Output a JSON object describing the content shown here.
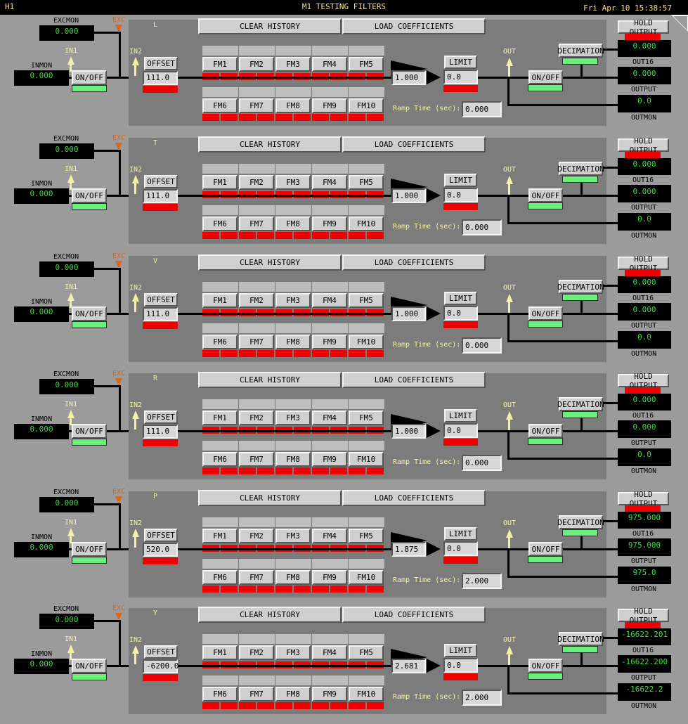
{
  "window": {
    "left_label": "H1",
    "title": "M1 TESTING FILTERS",
    "datetime": "Fri Apr 10 15:38:57"
  },
  "labels": {
    "excmon": "EXCMON",
    "exc": "EXC",
    "inmon": "INMON",
    "in1": "IN1",
    "in2": "IN2",
    "out": "OUT",
    "onoff": "ON/OFF",
    "offset": "OFFSET",
    "limit": "LIMIT",
    "clear_history": "CLEAR HISTORY",
    "load_coefficients": "LOAD COEFFICIENTS",
    "ramp_time": "Ramp Time (sec):",
    "decimation": "DECIMATION",
    "hold_output": "HOLD OUTPUT",
    "out16": "OUT16",
    "output": "OUTPUT",
    "outmon": "OUTMON"
  },
  "fm_top": [
    "FM1",
    "FM2",
    "FM3",
    "FM4",
    "FM5"
  ],
  "fm_bottom": [
    "FM6",
    "FM7",
    "FM8",
    "FM9",
    "FM10"
  ],
  "filters": [
    {
      "name": "L",
      "excmon": "0.000",
      "inmon": "0.000",
      "offset": "111.0",
      "gain": "1.000",
      "limit": "0.0",
      "ramp": "0.000",
      "out16": "0.000",
      "output": "0.000",
      "outmon": "0.0"
    },
    {
      "name": "T",
      "excmon": "0.000",
      "inmon": "0.000",
      "offset": "111.0",
      "gain": "1.000",
      "limit": "0.0",
      "ramp": "0.000",
      "out16": "0.000",
      "output": "0.000",
      "outmon": "0.0"
    },
    {
      "name": "V",
      "excmon": "0.000",
      "inmon": "0.000",
      "offset": "111.0",
      "gain": "1.000",
      "limit": "0.0",
      "ramp": "0.000",
      "out16": "0.000",
      "output": "0.000",
      "outmon": "0.0"
    },
    {
      "name": "R",
      "excmon": "0.000",
      "inmon": "0.000",
      "offset": "111.0",
      "gain": "1.000",
      "limit": "0.0",
      "ramp": "0.000",
      "out16": "0.000",
      "output": "0.000",
      "outmon": "0.0"
    },
    {
      "name": "P",
      "excmon": "0.000",
      "inmon": "0.000",
      "offset": "520.0",
      "gain": "1.875",
      "limit": "0.0",
      "ramp": "2.000",
      "out16": "975.000",
      "output": "975.000",
      "outmon": "975.0"
    },
    {
      "name": "Y",
      "excmon": "0.000",
      "inmon": "0.000",
      "offset": "-6200.0",
      "gain": "2.681",
      "limit": "0.0",
      "ramp": "2.000",
      "out16": "-16622.201",
      "output": "-16622.200",
      "outmon": "-16622.2"
    }
  ],
  "colors": {
    "background": "#9b9b9b",
    "panel": "#7c7c7c",
    "led_on": "#ef0000",
    "led_ok": "#6cf07c",
    "readout_text": "#3fd83f",
    "exc_arrow": "#d5691c",
    "signal_arrow": "#f5f0a8"
  }
}
